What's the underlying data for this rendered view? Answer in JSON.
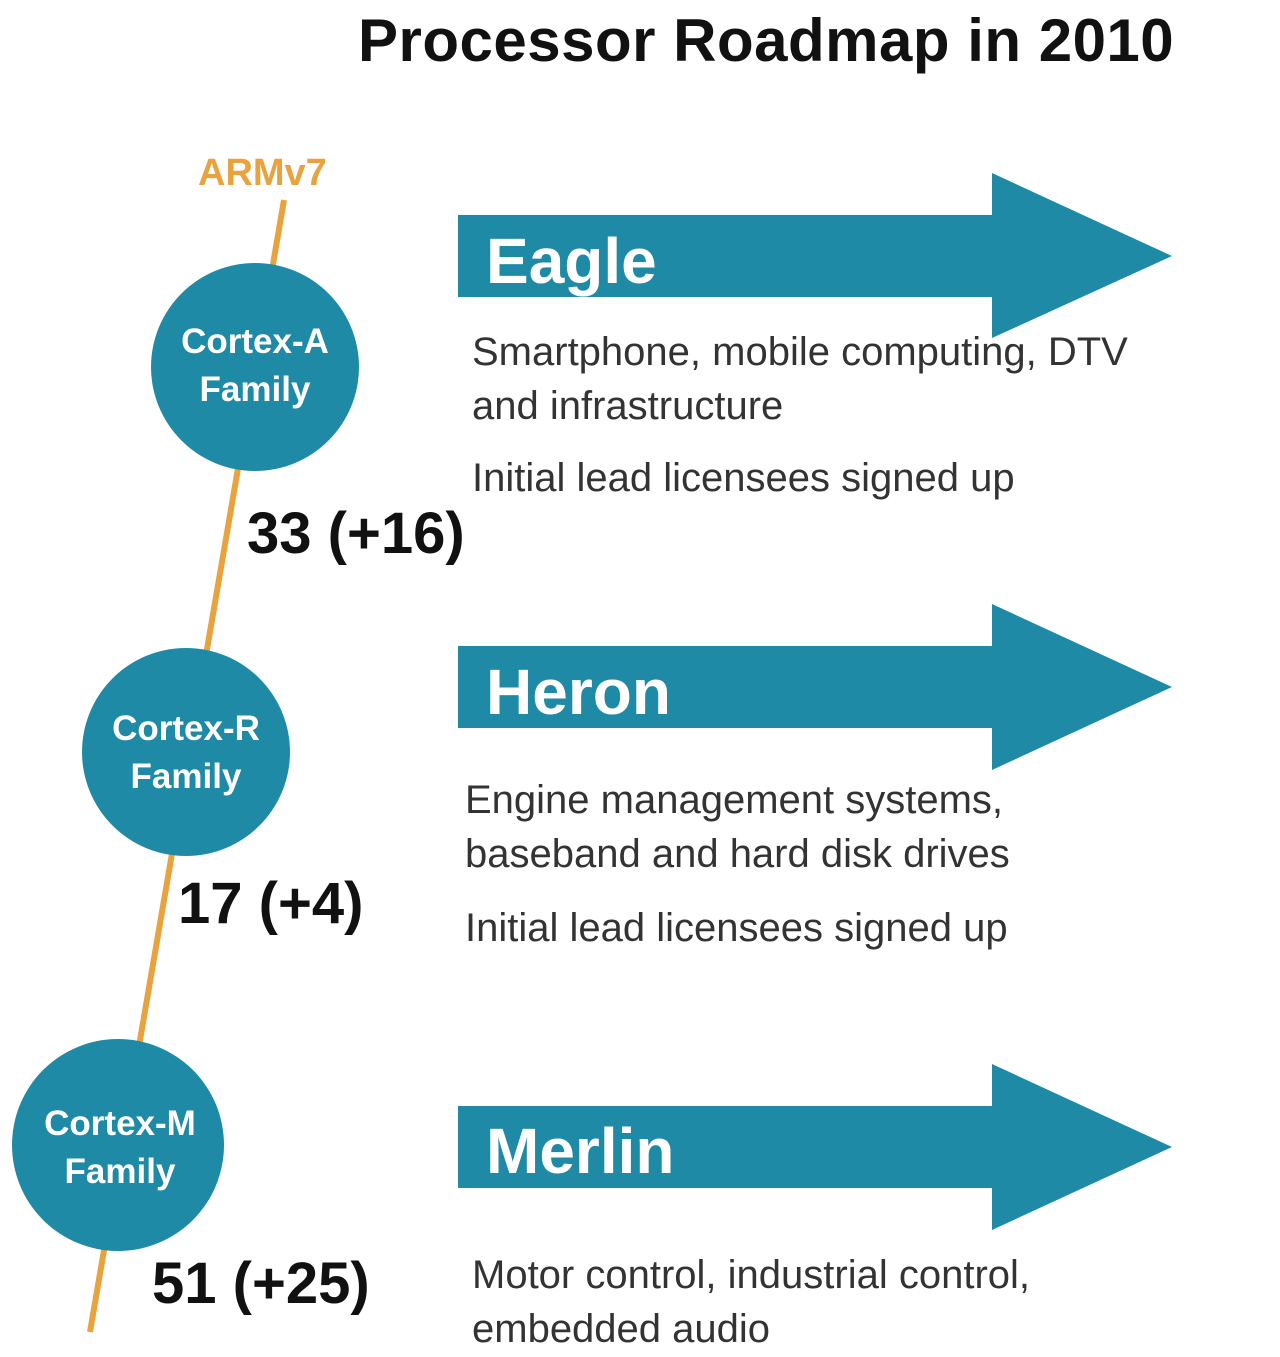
{
  "title": "Processor Roadmap in 2010",
  "architecture": "ARMv7",
  "colors": {
    "circle": "#1f8aa6",
    "arrow": "#1f8aa6",
    "timeline": "#e8a33e",
    "title_text": "#111111",
    "body_text": "#333333"
  },
  "families": [
    {
      "name_line1": "Cortex-A",
      "name_line2": "Family",
      "count": "33 (+16)",
      "codename": "Eagle",
      "desc_line1": "Smartphone, mobile computing, DTV",
      "desc_line2": "and infrastructure",
      "status": "Initial lead licensees signed up"
    },
    {
      "name_line1": "Cortex-R",
      "name_line2": "Family",
      "count": "17 (+4)",
      "codename": "Heron",
      "desc_line1": "Engine management systems,",
      "desc_line2": "baseband and hard disk drives",
      "status": "Initial lead licensees signed up"
    },
    {
      "name_line1": "Cortex-M",
      "name_line2": "Family",
      "count": "51 (+25)",
      "codename": "Merlin",
      "desc_line1": "Motor control, industrial control,",
      "desc_line2": "embedded audio"
    }
  ]
}
